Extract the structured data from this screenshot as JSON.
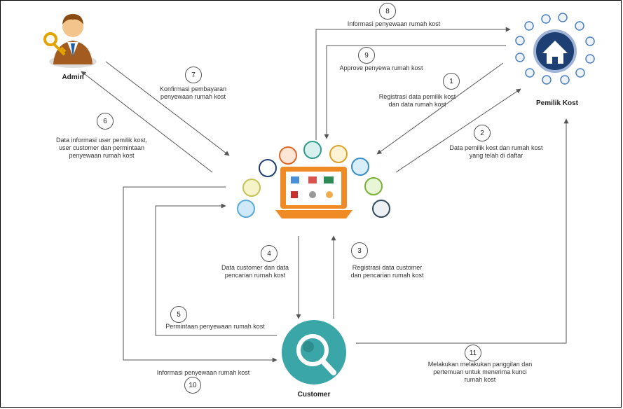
{
  "actors": {
    "admin": "Admin",
    "owner": "Pemilik Kost",
    "customer": "Customer"
  },
  "flows": [
    {
      "num": "1",
      "label": "Registrasi data pemilik kost\ndan data rumah kost"
    },
    {
      "num": "2",
      "label": "Data pemilik kost dan rumah kost\nyang telah di daftar"
    },
    {
      "num": "3",
      "label": "Registrasi data customer\ndan pencarian rumah kost"
    },
    {
      "num": "4",
      "label": "Data customer dan data\npencarian rumah kost"
    },
    {
      "num": "5",
      "label": "Permintaan penyewaan rumah kost"
    },
    {
      "num": "6",
      "label": "Data informasi user pemilik kost,\nuser customer dan permintaan\npenyewaan rumah kost"
    },
    {
      "num": "7",
      "label": "Konfirmasi pembayaran\npenyewaan rumah kost"
    },
    {
      "num": "8",
      "label": "Informasi penyewaan rumah kost"
    },
    {
      "num": "9",
      "label": "Approve penyewa rumah kost"
    },
    {
      "num": "10",
      "label": "Informasi penyewaan rumah kost"
    },
    {
      "num": "11",
      "label": "Melakukan melakukan panggilan dan\npertemuan untuk menerima kunci\nrumah kost"
    }
  ],
  "colors": {
    "line": "#555555",
    "laptop": "#f08a24",
    "customer_circle": "#3aa6a8",
    "house_circle": "#1e3f73"
  },
  "icons": [
    "admin-icon",
    "system-laptop-icon",
    "house-icon",
    "customer-search-icon"
  ]
}
